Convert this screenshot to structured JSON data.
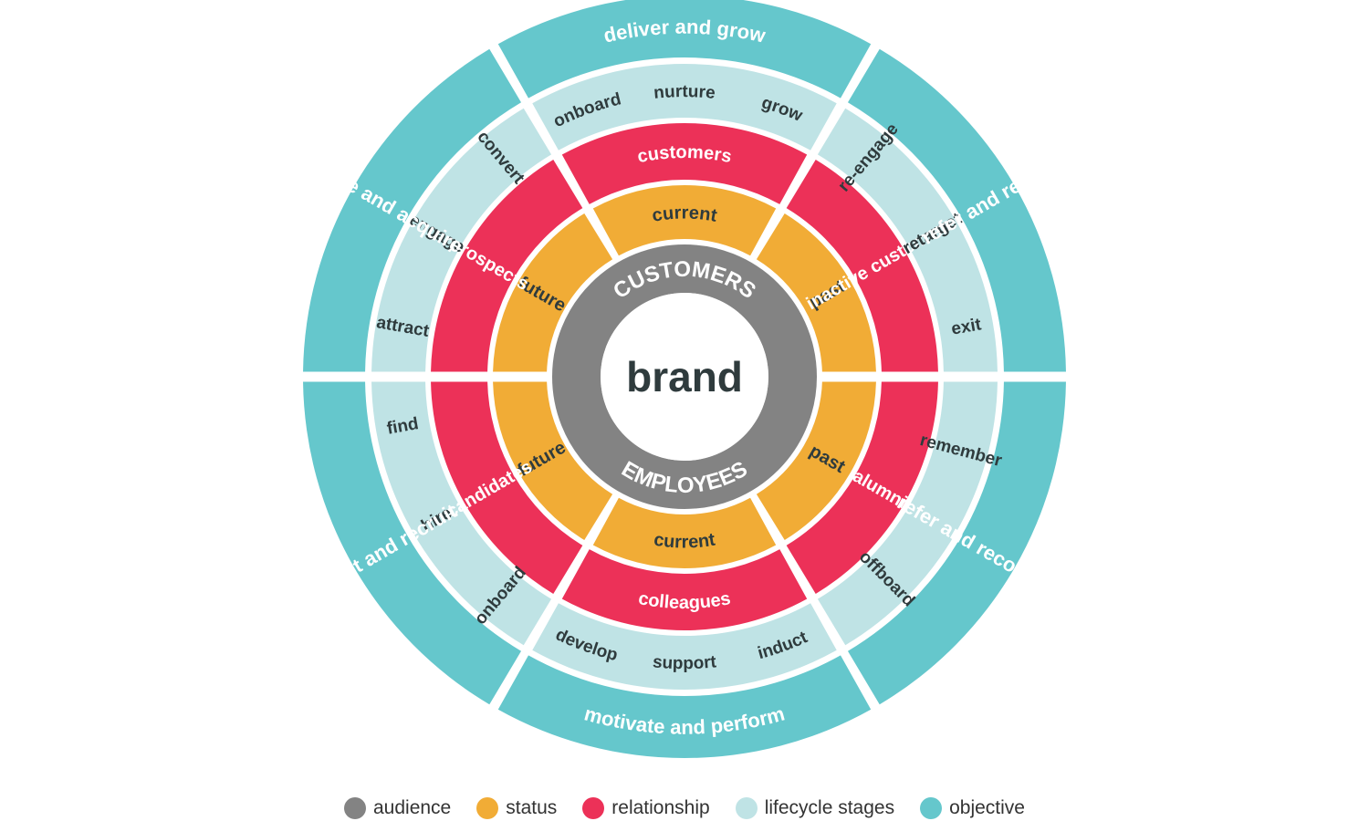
{
  "colors": {
    "audience": "#838383",
    "status": "#f1ac36",
    "relationship": "#ec3158",
    "lifecycle": "#bfe3e5",
    "objective": "#65c7cc",
    "ink": "#2f3b3d"
  },
  "center": {
    "label": "brand",
    "top": "CUSTOMERS",
    "bottom": "EMPLOYEES"
  },
  "status": [
    "current",
    "past",
    "past",
    "current",
    "future",
    "future"
  ],
  "relationship": [
    "customers",
    "inactive customers",
    "alumni",
    "colleagues",
    "candidates",
    "prospects"
  ],
  "lifecycle": [
    [
      "onboard",
      "nurture",
      "grow"
    ],
    [
      "re-engage",
      "retarget",
      "exit"
    ],
    [
      "remember",
      "offboard"
    ],
    [
      "develop",
      "support",
      "induct"
    ],
    [
      "onboard",
      "hire",
      "find"
    ],
    [
      "attract",
      "engage",
      "convert"
    ]
  ],
  "objective": [
    "deliver and grow",
    "refer and renew",
    "refer and recommend",
    "motivate and perform",
    "attract and recruit",
    "inspire and acquire"
  ],
  "legend": [
    {
      "label": "audience",
      "key": "audience"
    },
    {
      "label": "status",
      "key": "status"
    },
    {
      "label": "relationship",
      "key": "relationship"
    },
    {
      "label": "lifecycle stages",
      "key": "lifecycle"
    },
    {
      "label": "objective",
      "key": "objective"
    }
  ]
}
